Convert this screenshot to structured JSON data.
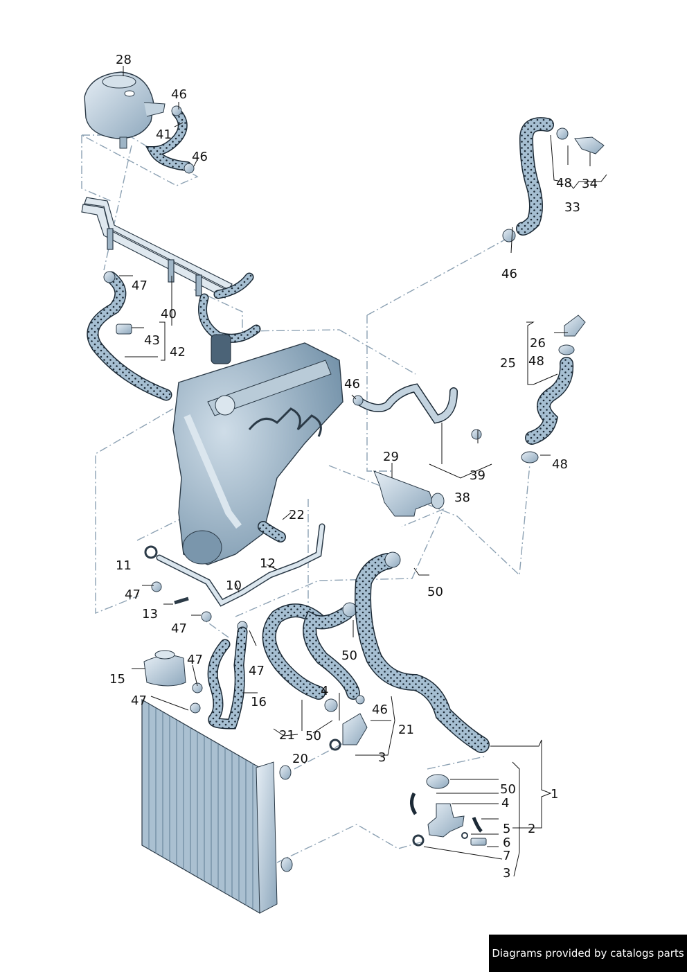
{
  "callouts": [
    "28",
    "46",
    "41",
    "46",
    "47",
    "40",
    "43",
    "42",
    "46",
    "39",
    "29",
    "38",
    "22",
    "11",
    "12",
    "10",
    "47",
    "13",
    "47",
    "47",
    "15",
    "47",
    "16",
    "47",
    "21",
    "50",
    "4",
    "46",
    "50",
    "20",
    "3",
    "21",
    "50",
    "1",
    "50",
    "4",
    "5",
    "6",
    "7",
    "2",
    "3",
    "46",
    "48",
    "34",
    "33",
    "26",
    "48",
    "25",
    "48"
  ],
  "credit": "Diagrams provided by catalogs parts"
}
